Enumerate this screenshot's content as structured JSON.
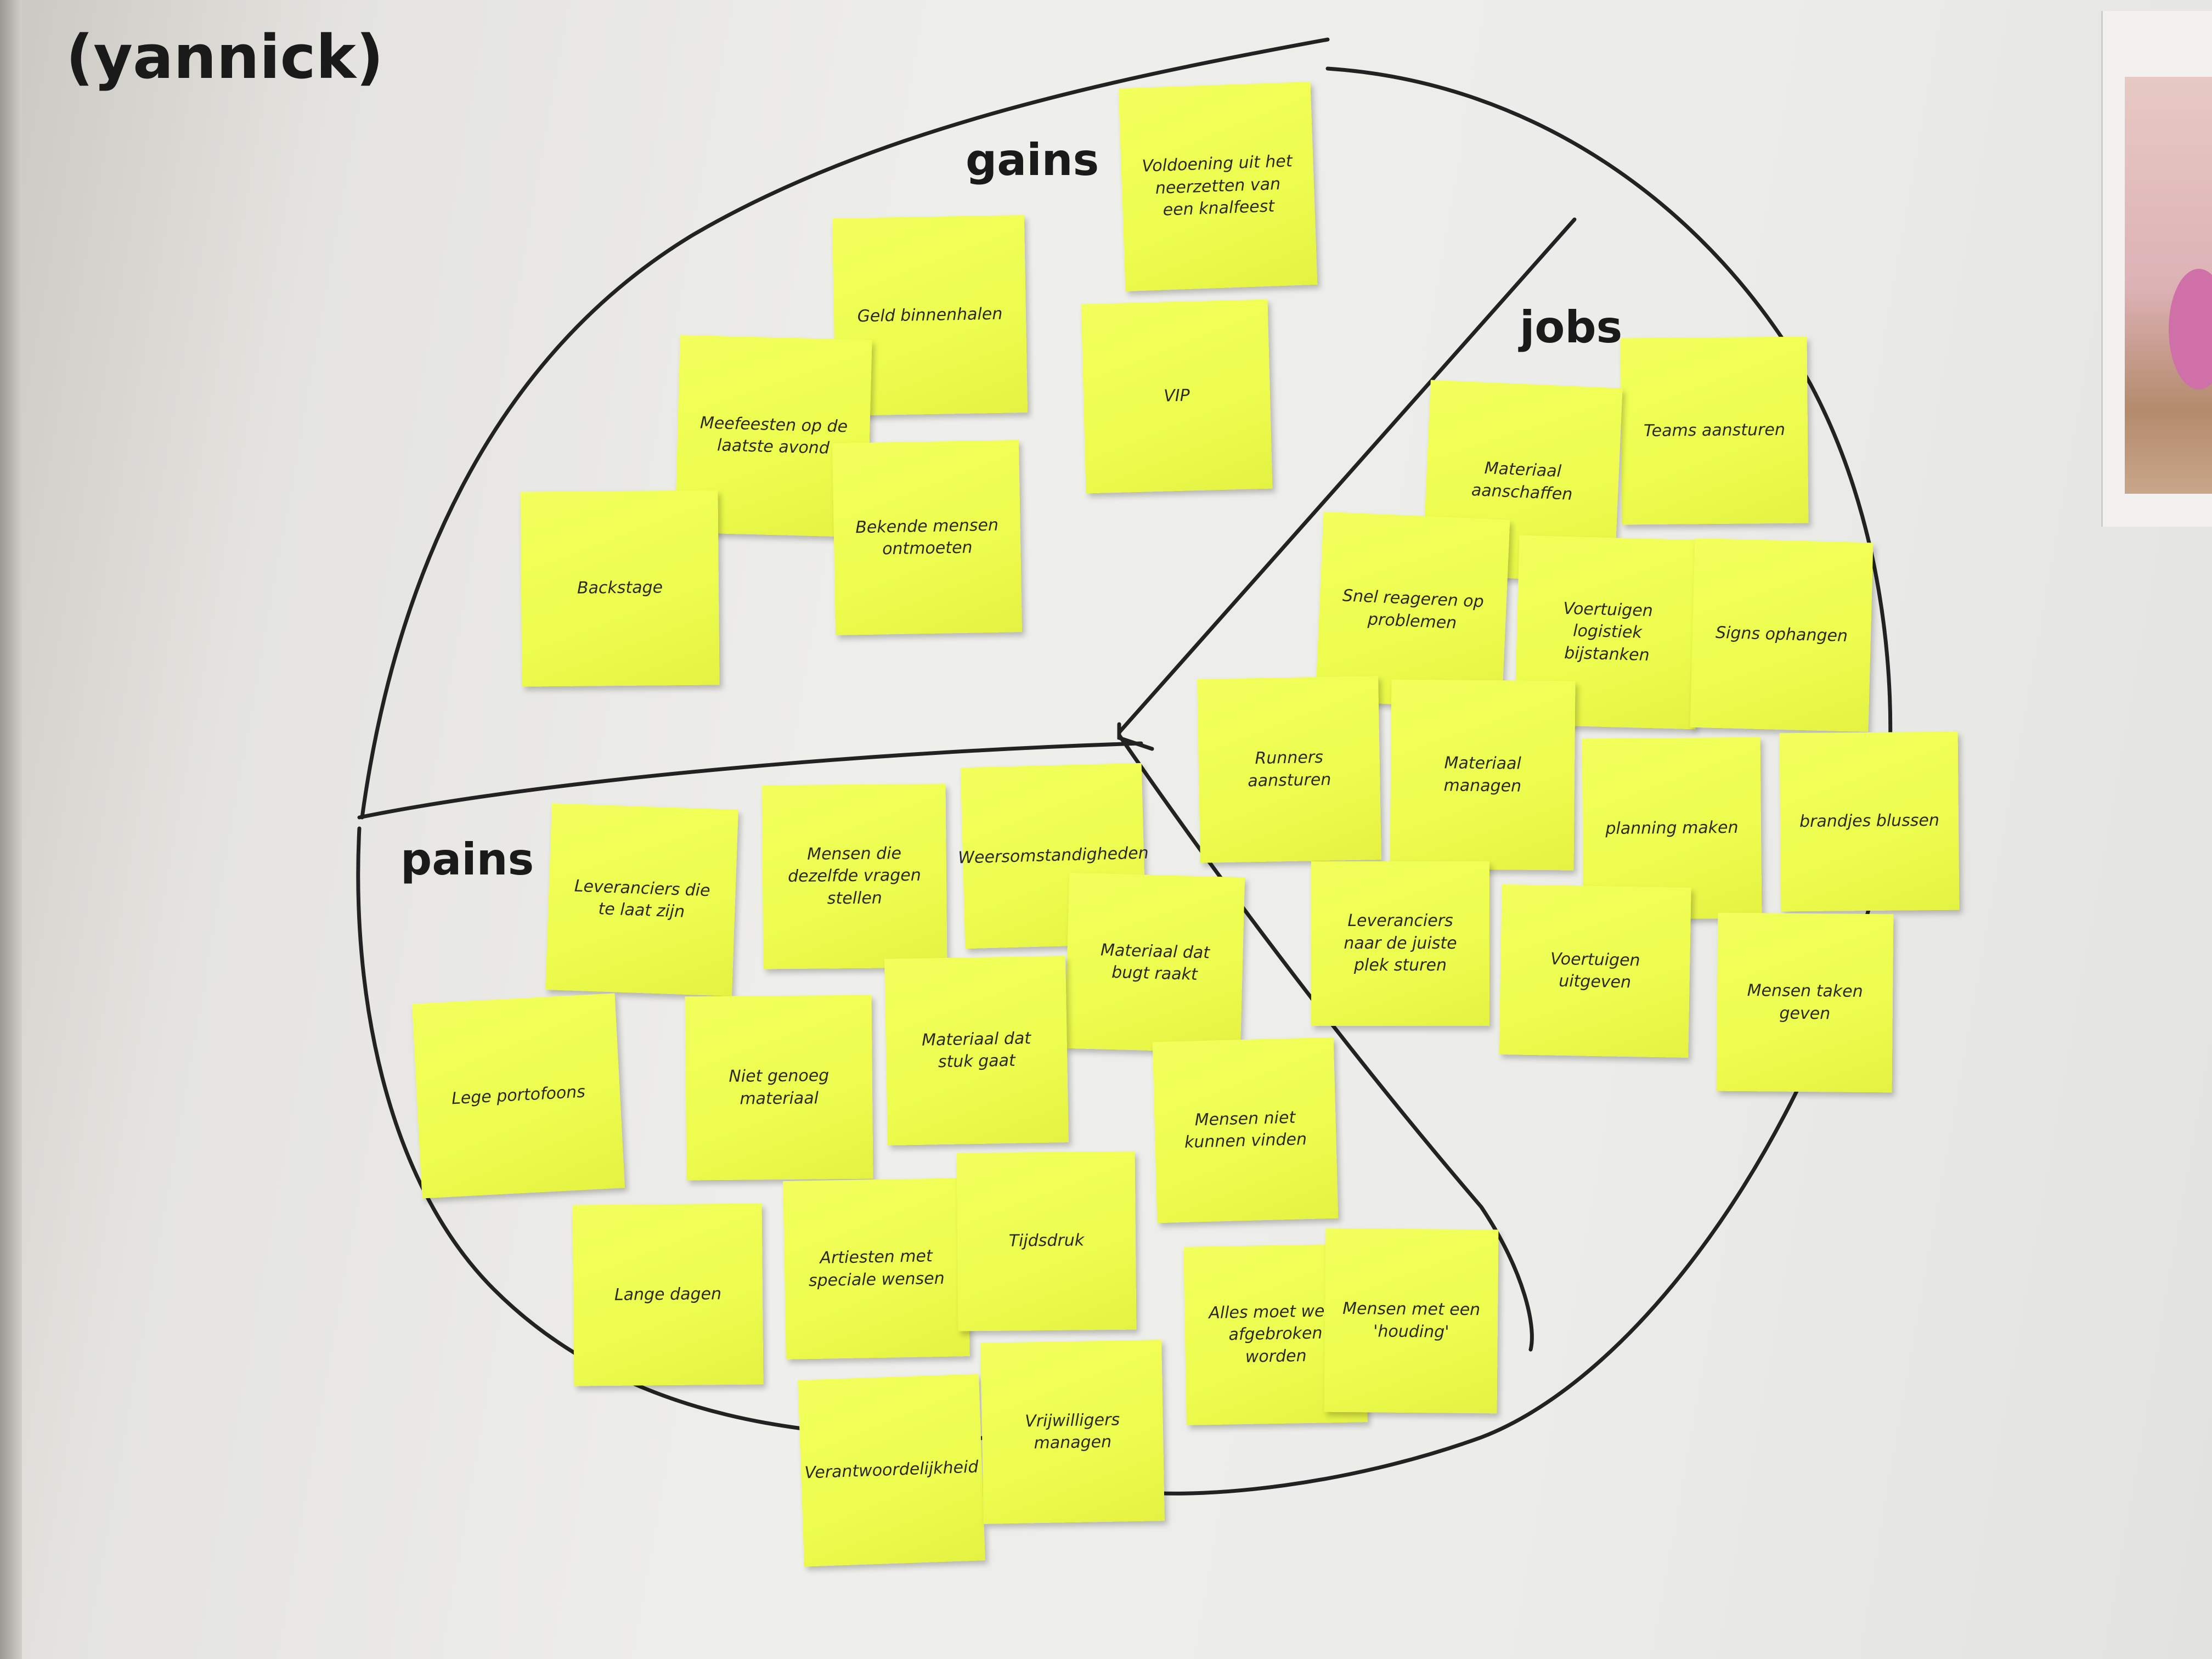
{
  "header": {
    "author": "(yannick)"
  },
  "sections": {
    "gains": "gains",
    "jobs": "jobs",
    "pains": "pains"
  },
  "notes": {
    "gains": [
      "Voldoening uit het neerzetten van een knalfeest",
      "Geld binnenhalen",
      "VIP",
      "Meefeesten op de laatste avond",
      "Bekende mensen ontmoeten",
      "Backstage"
    ],
    "jobs": [
      "Teams aansturen",
      "Materiaal aanschaffen",
      "Snel reageren op problemen",
      "Voertuigen logistiek bijstanken",
      "Signs ophangen",
      "Runners aansturen",
      "Materiaal managen",
      "planning maken",
      "brandjes blussen",
      "Leveranciers naar de juiste plek sturen",
      "Voertuigen uitgeven",
      "Mensen taken geven"
    ],
    "pains": [
      "Leveranciers die te laat zijn",
      "Mensen die dezelfde vragen stellen",
      "Weersomstandigheden",
      "Materiaal dat bugt raakt",
      "Lege portofoons",
      "Niet genoeg materiaal",
      "Materiaal dat stuk gaat",
      "Mensen niet kunnen vinden",
      "Lange dagen",
      "Artiesten met speciale wensen",
      "Tijdsdruk",
      "Alles moet weer afgebroken worden",
      "Mensen met een 'houding'",
      "Verantwoordelijkheid",
      "Vrijwilligers managen"
    ]
  },
  "colors": {
    "note": "#eefc50",
    "ink": "#1a1a1a",
    "board": "#ececea"
  }
}
